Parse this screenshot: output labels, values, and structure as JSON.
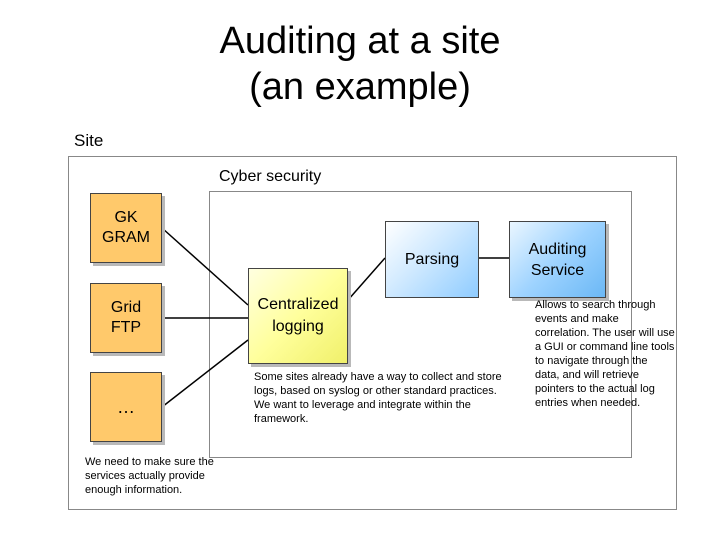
{
  "title": {
    "line1": "Auditing at a site",
    "line2": "(an example)"
  },
  "site": {
    "label": "Site"
  },
  "cyber_security": {
    "label": "Cyber security"
  },
  "sources": {
    "gk": {
      "line1": "GK",
      "line2": "GRAM"
    },
    "grid": {
      "line1": "Grid",
      "line2": "FTP"
    },
    "other": {
      "label": "…"
    }
  },
  "centralized_logging": {
    "line1": "Centralized",
    "line2": "logging"
  },
  "parsing": {
    "label": "Parsing"
  },
  "auditing_service": {
    "line1": "Auditing",
    "line2": "Service"
  },
  "notes": {
    "sites": "Some sites already have a way to collect and store logs, based on syslog or other standard practices. We want to leverage and integrate within the framework.",
    "auditing": "Allows to search through events and make correlation. The user will use a GUI or command line tools to navigate through the data, and will retrieve pointers to the actual log entries when needed.",
    "sources": "We need to make sure the services actually provide enough information."
  },
  "colors": {
    "source_fill": "#ffc96b",
    "parsing_fill": "#8fccff",
    "auditing_fill": "#6bb8f5",
    "logging_fill": "#ffff9c"
  }
}
